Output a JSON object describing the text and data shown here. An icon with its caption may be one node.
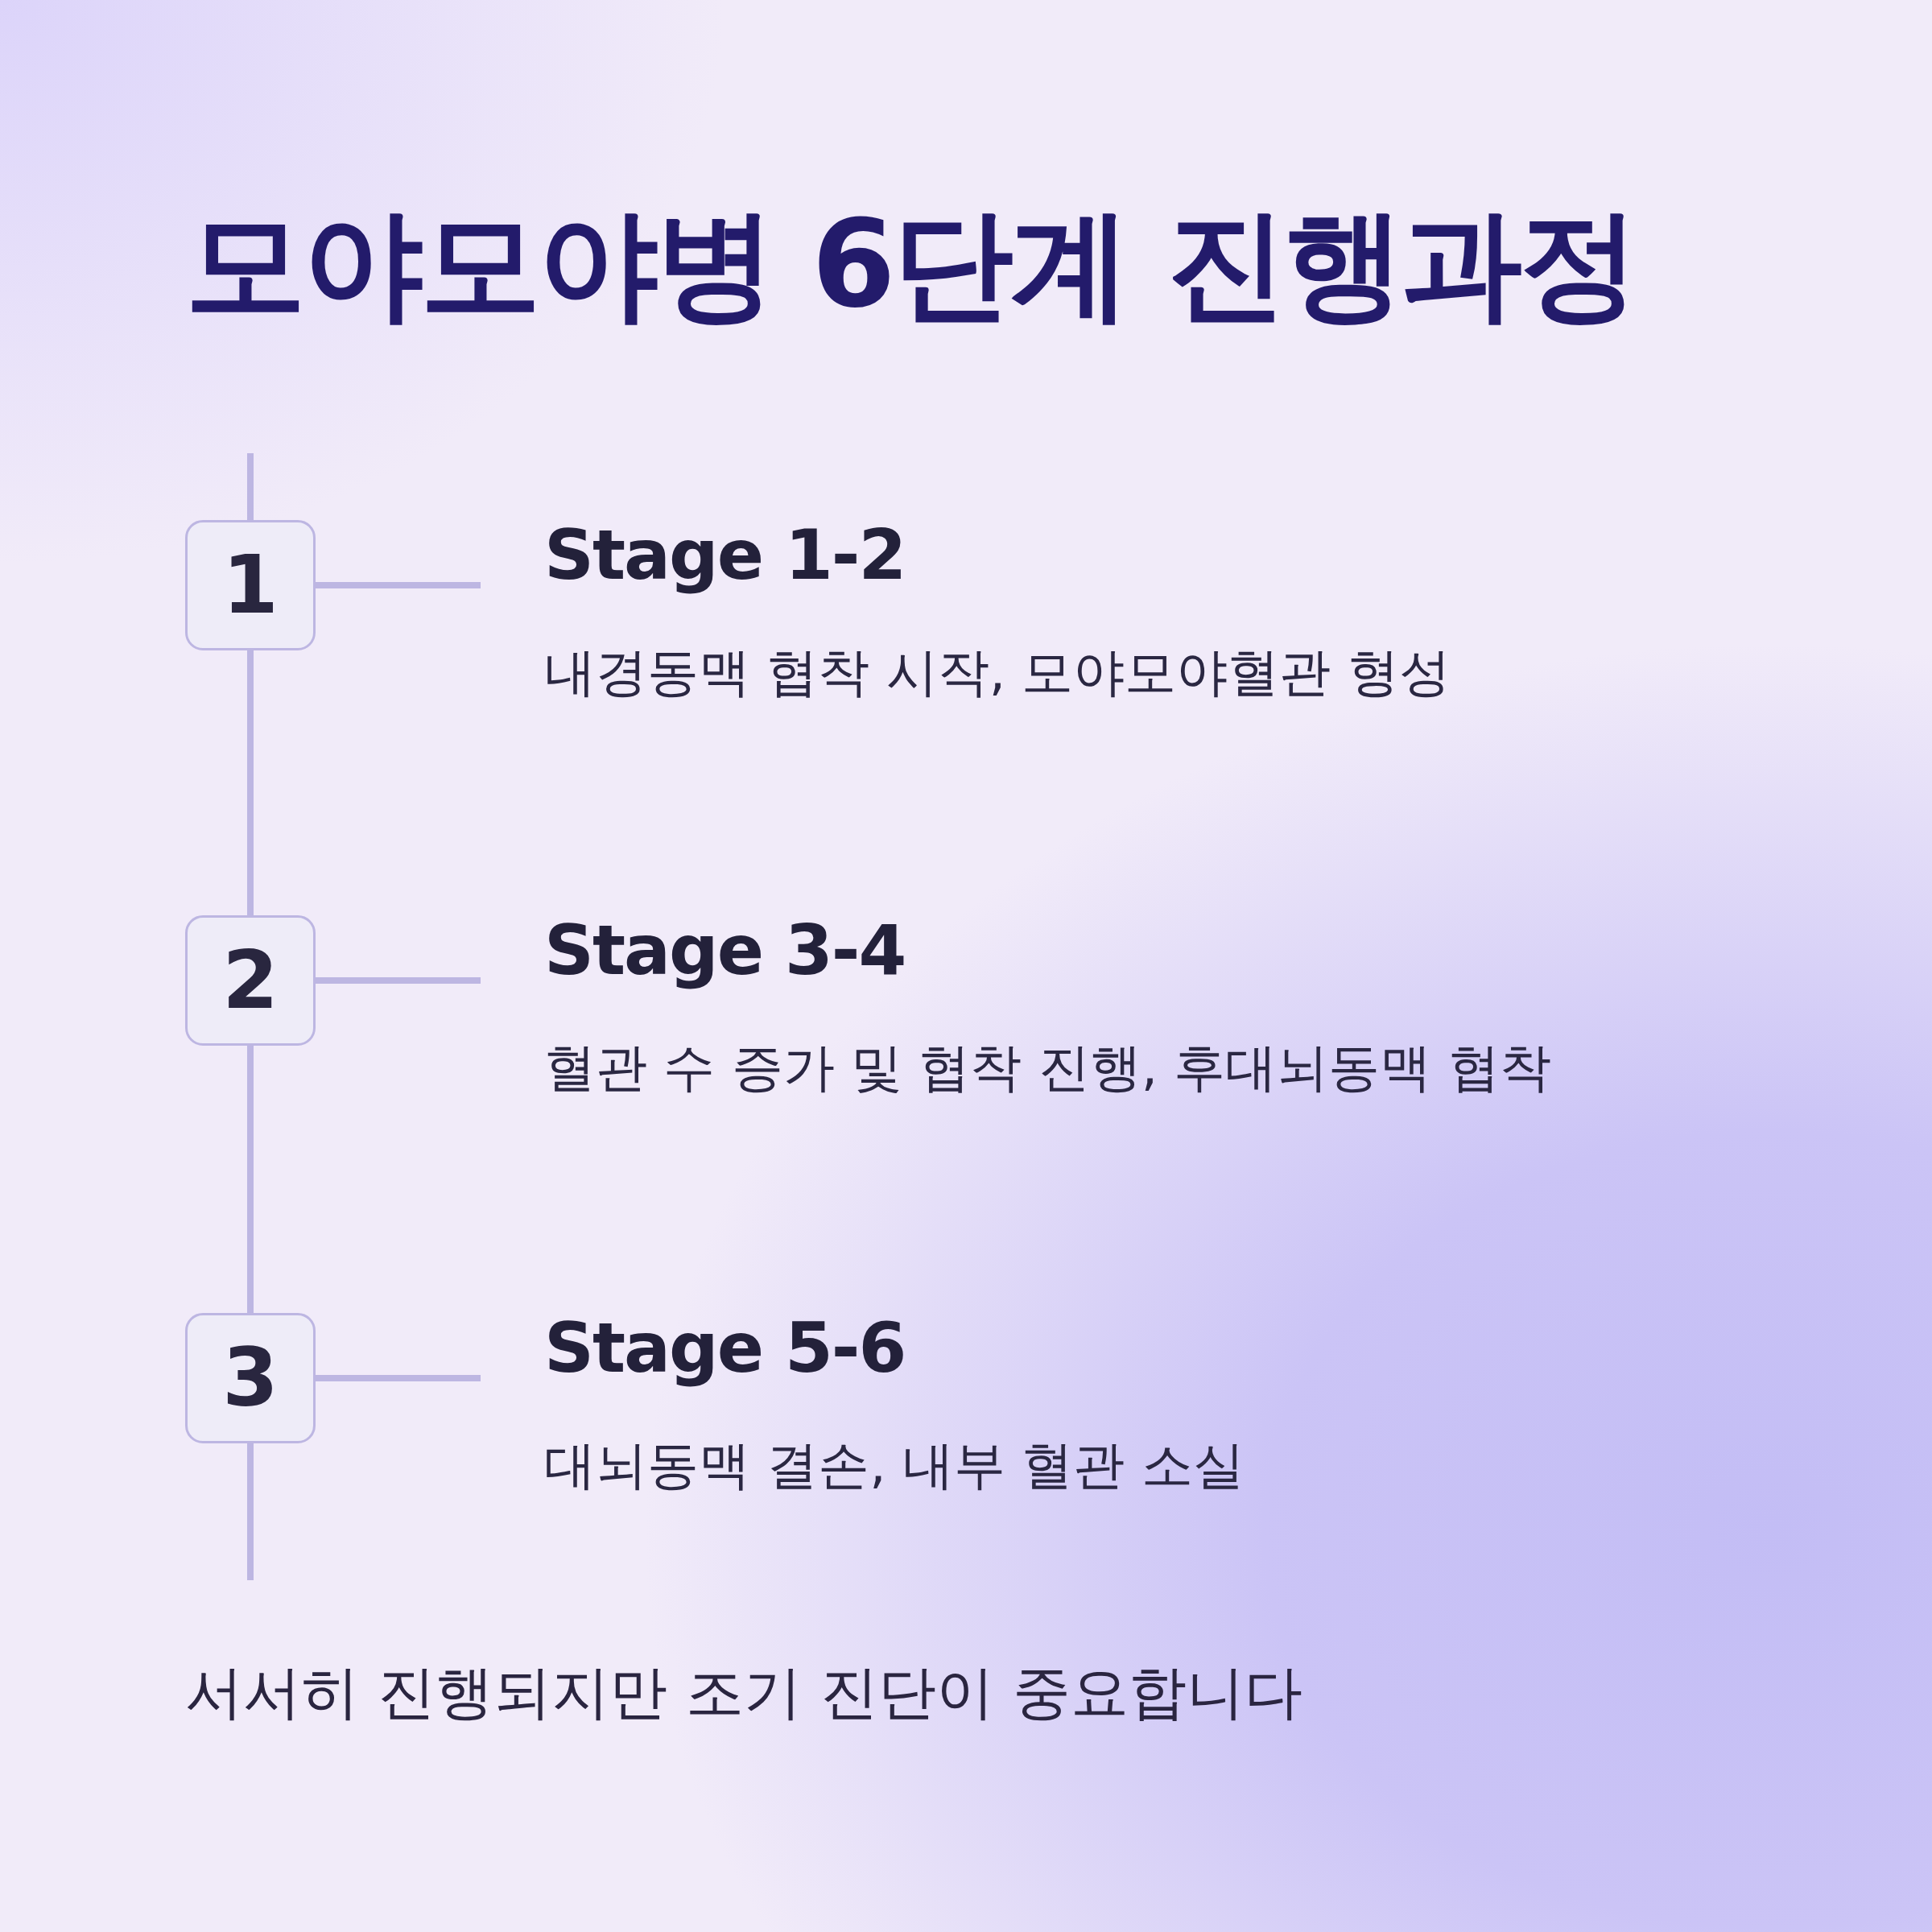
{
  "diagram": {
    "title": "모야모야병 6단계 진행과정",
    "caption": "서서히 진행되지만 조기 진단이 중요합니다",
    "nodes": [
      {
        "text": [
          "1"
        ]
      },
      {
        "text": [
          "Stage 1-2",
          "내경동맥 협착 시작, 모야모야혈관 형성"
        ]
      },
      {
        "text": [
          "2"
        ]
      },
      {
        "text": [
          "Stage 3-4",
          "혈관 수 증가 및 협착 진행, 후대뇌동맥 협착"
        ]
      },
      {
        "text": [
          "3"
        ]
      },
      {
        "text": [
          "Stage 5-6",
          "대뇌동맥 결손, 내부 혈관 소실"
        ]
      }
    ],
    "edges": [
      {
        "from": null,
        "to": 0,
        "arrow": "none"
      },
      {
        "from": 0,
        "to": 1,
        "arrow": "none"
      },
      {
        "from": 0,
        "to": 2,
        "arrow": "none"
      },
      {
        "from": 2,
        "to": 3,
        "arrow": "none"
      },
      {
        "from": 2,
        "to": 4,
        "arrow": "none"
      },
      {
        "from": 4,
        "to": 5,
        "arrow": "none"
      },
      {
        "from": 4,
        "to": null,
        "arrow": "none"
      }
    ]
  }
}
